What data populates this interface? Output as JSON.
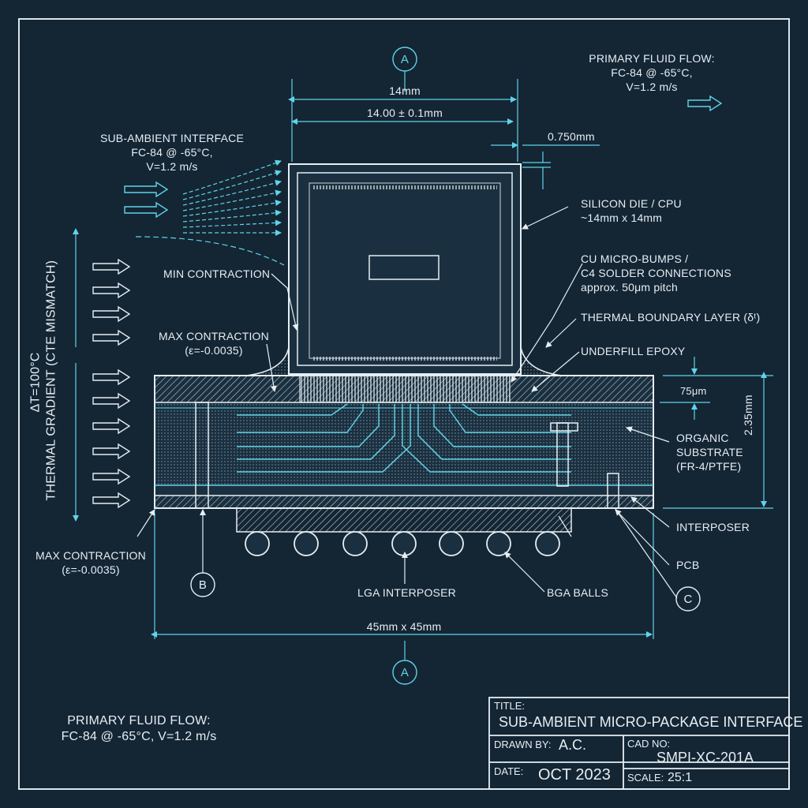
{
  "dimensions": {
    "die_width": "14mm",
    "die_width_tol": "14.00 ± 0.1mm",
    "die_thickness": "0.750mm",
    "underfill_height": "75μm",
    "substrate_height": "2.35mm",
    "package_width": "45mm x 45mm"
  },
  "section_markers": {
    "top": "A",
    "bottom": "A",
    "left": "B",
    "right": "C"
  },
  "callouts": {
    "primary_flow_top": "PRIMARY FLUID FLOW:\nFC-84 @ -65°C,\nV=1.2 m/s",
    "sub_ambient": "SUB-AMBIENT INTERFACE\nFC-84 @ -65°C,\nV=1.2 m/s",
    "silicon_die": "SILICON DIE / CPU\n~14mm x 14mm",
    "micro_bumps": "CU MICRO-BUMPS /\nC4 SOLDER CONNECTIONS\napprox. 50μm pitch",
    "thermal_boundary": "THERMAL BOUNDARY LAYER (δᵗ)",
    "underfill": "UNDERFILL EPOXY",
    "organic_substrate": "ORGANIC\nSUBSTRATE\n(FR-4/PTFE)",
    "interposer": "INTERPOSER",
    "pcb": "PCB",
    "bga_balls": "BGA BALLS",
    "lga_interposer": "LGA INTERPOSER",
    "min_contraction": "MIN CONTRACTION",
    "max_contraction_mid": "MAX CONTRACTION\n(ε=-0.0035)",
    "max_contraction_low": "MAX CONTRACTION\n(ε=-0.0035)",
    "thermal_gradient": "ΔT=100°C\nTHERMAL GRADIENT (CTE MISMATCH)",
    "primary_flow_bottom": "PRIMARY FLUID FLOW:\nFC-84 @ -65°C, V=1.2 m/s"
  },
  "title_block": {
    "title_label": "TITLE:",
    "title": "SUB-AMBIENT MICRO-PACKAGE INTERFACE",
    "drawn_by_label": "DRAWN BY:",
    "drawn_by": "A.C.",
    "cad_no_label": "CAD NO:",
    "cad_no": "SMPI-XC-201A",
    "date_label": "DATE:",
    "date": "OCT 2023",
    "scale_label": "SCALE:",
    "scale": "25:1"
  },
  "colors": {
    "background": "#142534",
    "line": "#e6eef2",
    "accent": "#5fd4e8"
  }
}
